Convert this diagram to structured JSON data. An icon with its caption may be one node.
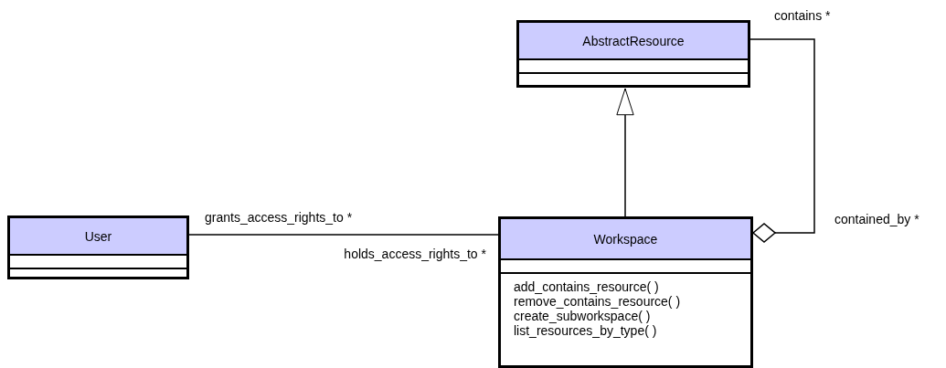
{
  "diagram": {
    "nodes": [
      {
        "text": [
          "AbstractResource"
        ]
      },
      {
        "text": [
          "User"
        ]
      },
      {
        "text": [
          "Workspace",
          "add_contains_resource( )",
          "remove_contains_resource( )",
          "create_subworkspace( )",
          "list_resources_by_type( )"
        ]
      }
    ],
    "edges": [
      {
        "from": 2,
        "to": 0,
        "arrow": "to"
      },
      {
        "from": 1,
        "to": 2,
        "arrow": "none"
      },
      {
        "from": 0,
        "to": 2,
        "arrow": "other"
      }
    ],
    "labels": [
      "contains *",
      "grants_access_rights_to *",
      "contained_by *",
      "holds_access_rights_to *"
    ]
  }
}
